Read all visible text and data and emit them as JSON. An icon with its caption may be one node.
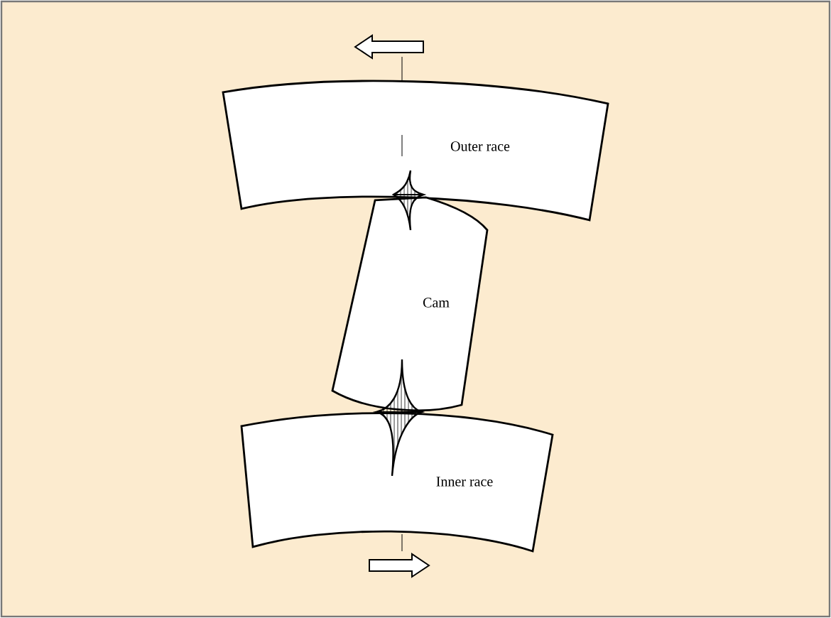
{
  "diagram": {
    "nodes": [
      {
        "text": [
          "Outer race"
        ]
      },
      {
        "text": [
          "Cam"
        ]
      },
      {
        "text": [
          "Inner race"
        ]
      }
    ]
  }
}
